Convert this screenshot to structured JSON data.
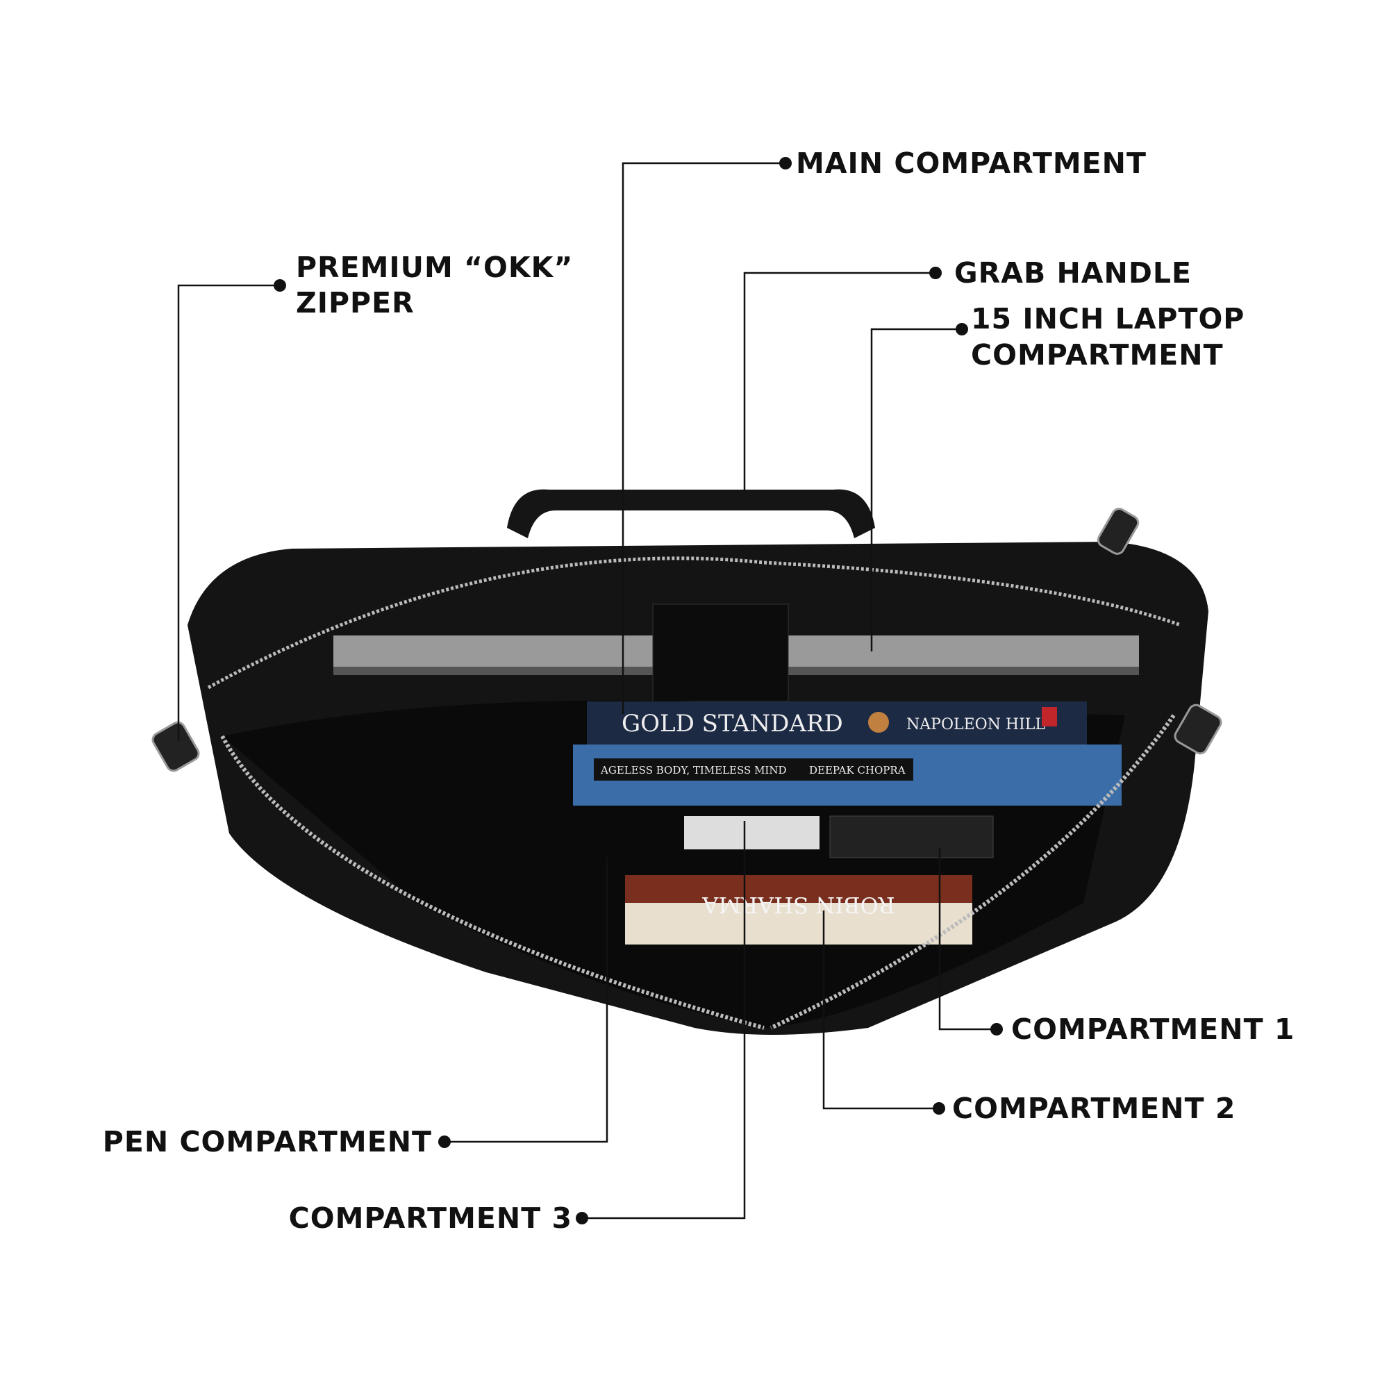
{
  "labels": {
    "main_compartment": "MAIN COMPARTMENT",
    "premium_zipper_line1": "PREMIUM “OKK”",
    "premium_zipper_line2": "ZIPPER",
    "grab_handle": "GRAB HANDLE",
    "laptop_line1": "15 INCH LAPTOP",
    "laptop_line2": "COMPARTMENT",
    "compartment_1": "COMPARTMENT 1",
    "compartment_2": "COMPARTMENT 2",
    "pen_compartment": "PEN COMPARTMENT",
    "compartment_3": "COMPARTMENT 3"
  },
  "photo": {
    "book1_title": "GOLD STANDARD",
    "book1_author": "NAPOLEON HILL",
    "book2_title": "AGELESS BODY, TIMELESS MIND",
    "book2_author": "DEEPAK CHOPRA",
    "book3_text": "ROBIN SHARMA"
  },
  "colors": {
    "line": "#111111",
    "bag": "#141414",
    "book2": "#3b6ea8",
    "book1": "#1d2a44"
  }
}
